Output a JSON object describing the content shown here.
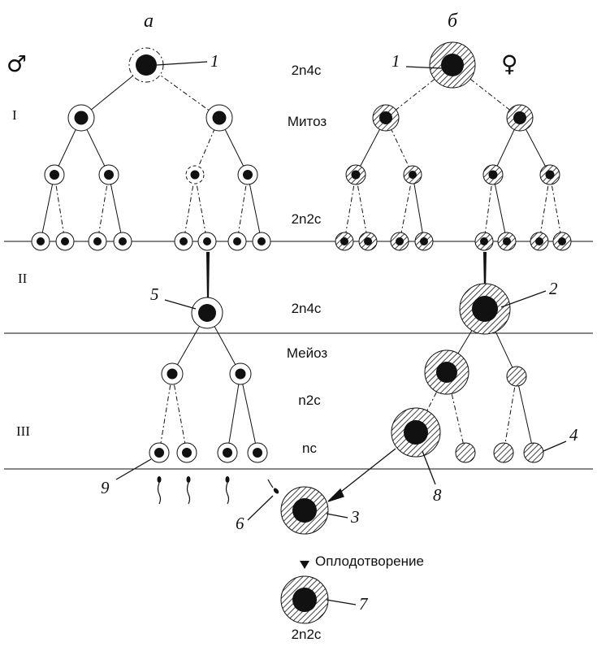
{
  "columns": {
    "male": "а",
    "female": "б"
  },
  "symbols": {
    "male": "♂",
    "female": "♀"
  },
  "stages": {
    "I": "I",
    "II": "II",
    "III": "III"
  },
  "labels": {
    "ploidy_2n4c_top": "2n4c",
    "mitosis": "Митоз",
    "ploidy_2n2c": "2n2c",
    "ploidy_2n4c_mid": "2n4c",
    "meiosis": "Мейоз",
    "ploidy_n2c": "n2c",
    "ploidy_nc": "nc",
    "fertilization": "Оплодотворение",
    "ploidy_zygote": "2n2c"
  },
  "callouts": {
    "c1_male": "1",
    "c1_female": "1",
    "c2": "2",
    "c3": "3",
    "c4": "4",
    "c5": "5",
    "c6": "6",
    "c7": "7",
    "c8": "8",
    "c9": "9"
  }
}
